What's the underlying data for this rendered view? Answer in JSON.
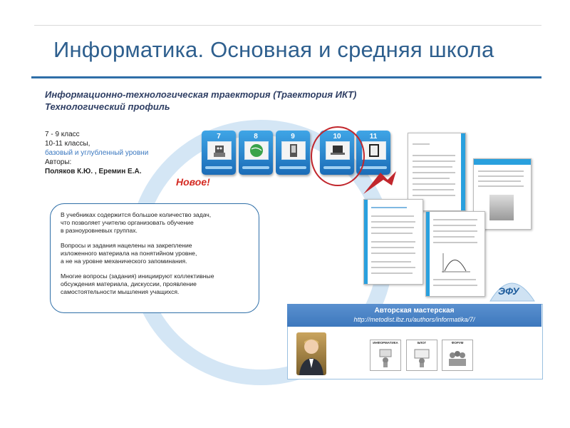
{
  "title": "Информатика. Основная и средняя школа",
  "subtitle": {
    "line1": "Информационно-технологическая траектория (Траектория ИКТ)",
    "line2": "Технологический профиль"
  },
  "info": {
    "grades_79": "7 - 9 класс",
    "grades_1011": "10-11 классы,",
    "levels": "базовый и углубленный уровни",
    "authors_label": "Авторы:",
    "authors": "Поляков К.Ю. , Еремин Е.А."
  },
  "books": [
    {
      "grade": "7",
      "icon": "robot-icon"
    },
    {
      "grade": "8",
      "icon": "globe-icon"
    },
    {
      "grade": "9",
      "icon": "device-icon"
    },
    {
      "grade": "10",
      "icon": "laptop-icon"
    },
    {
      "grade": "11",
      "icon": "tablet-icon"
    }
  ],
  "new_label": "Новое!",
  "callout": {
    "p1": "В учебниках содержится большое количество задач,\nчто позволяет учителю организовать обучение\nв разноуровневых группах.",
    "p2": "Вопросы и задания нацелены на закрепление\nизложенного материала на понятийном уровне,\nа не на уровне механического запоминания.",
    "p3": "Многие вопросы (задания) инициируют коллективные\nобсуждения материала, дискуссии, проявление\nсамостоятельности мышления учащихся."
  },
  "logo_text": "ЭФУ",
  "panel": {
    "title": "Авторская мастерская",
    "url": "http://metodist.lbz.ru/authors/informatika/7/"
  },
  "colors": {
    "accent": "#2f6fa8",
    "title": "#2e5f8e",
    "highlight": "#c1272d"
  }
}
